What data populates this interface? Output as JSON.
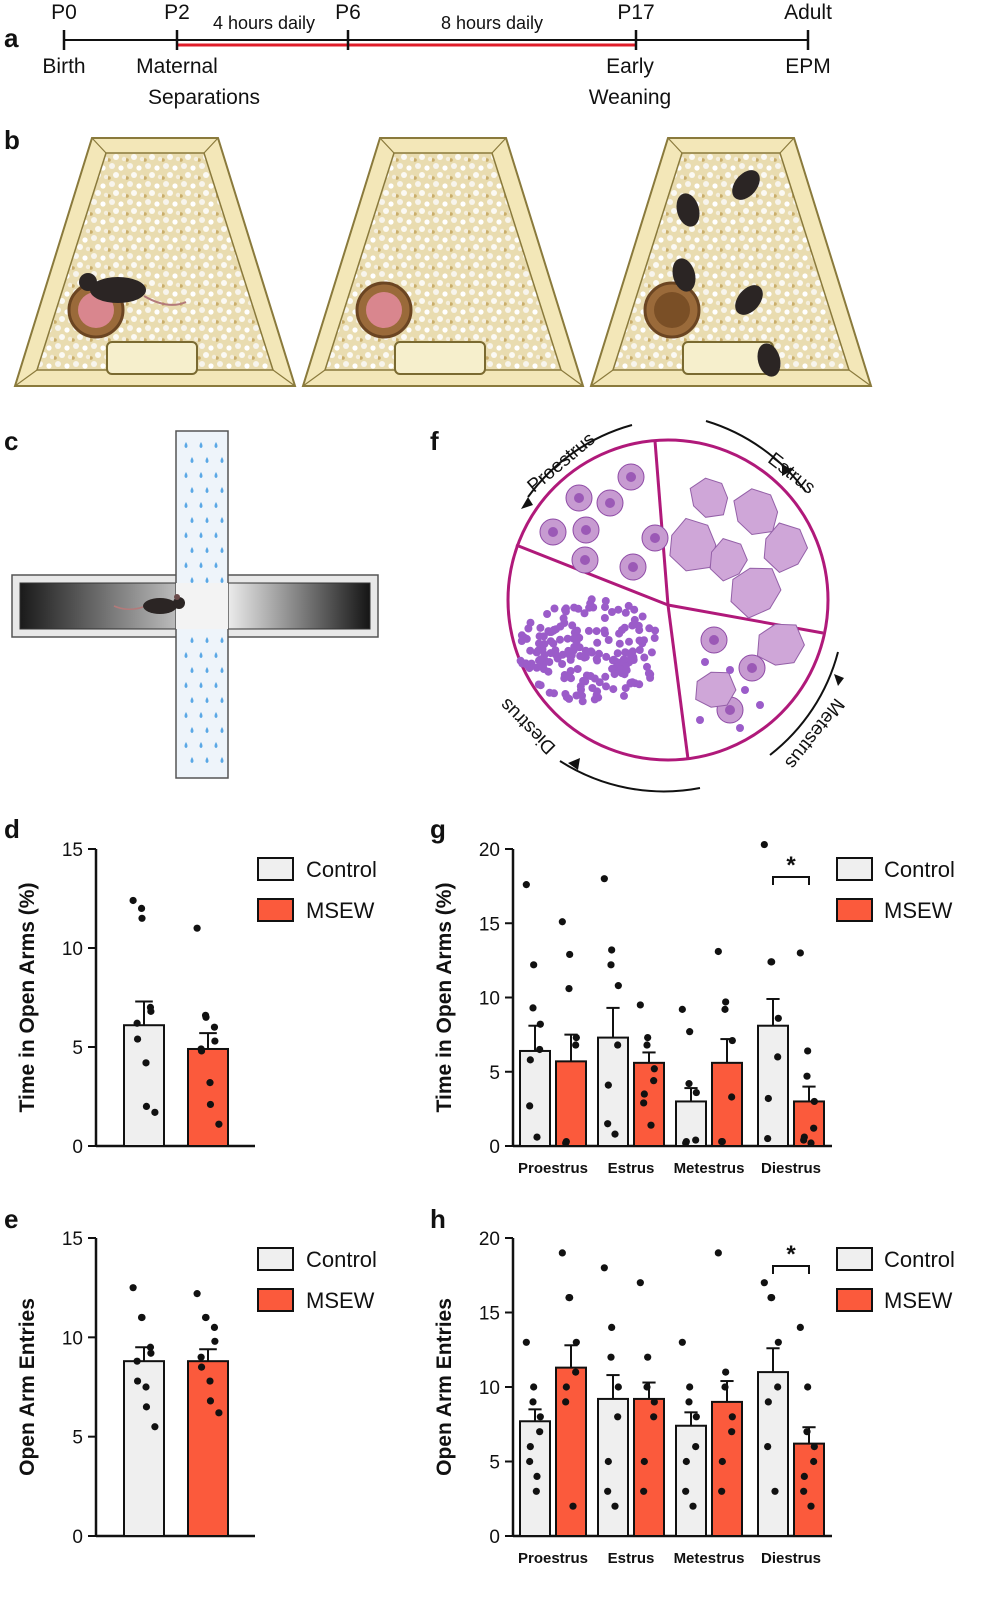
{
  "panels": {
    "a": "a",
    "b": "b",
    "c": "c",
    "d": "d",
    "e": "e",
    "f": "f",
    "g": "g",
    "h": "h"
  },
  "timeline": {
    "ticks": [
      "P0",
      "P2",
      "P6",
      "P17",
      "Adult"
    ],
    "segments": [
      "4 hours daily",
      "8 hours daily"
    ],
    "below": {
      "birth": "Birth",
      "maternal": "Maternal",
      "separations": "Separations",
      "early": "Early",
      "weaning": "Weaning",
      "epm": "EPM"
    }
  },
  "estrous": {
    "stages": [
      "Proestrus",
      "Estrus",
      "Metestrus",
      "Diestrus"
    ]
  },
  "legend": {
    "control": "Control",
    "msew": "MSEW"
  },
  "colors": {
    "control": "#efefef",
    "msew": "#fb5a3c",
    "ring": "#b0197a",
    "cell_light": "#c79bd1",
    "cell_dark": "#9b59b6"
  },
  "chart_data": [
    {
      "panel": "d",
      "type": "bar",
      "ylabel": "Time in Open Arms (%)",
      "ylim": [
        0,
        15
      ],
      "yticks": [
        0,
        5,
        10,
        15
      ],
      "categories": [
        "",
        ""
      ],
      "series": [
        {
          "name": "Control",
          "mean": [
            6.1
          ],
          "sem": [
            1.2
          ],
          "points": [
            [
              12.4,
              12.0,
              11.5,
              7.0,
              6.8,
              6.2,
              5.4,
              4.2,
              2.0,
              1.7
            ]
          ]
        },
        {
          "name": "MSEW",
          "mean": [
            4.9
          ],
          "sem": [
            0.8
          ],
          "points": [
            [
              11.0,
              6.6,
              6.5,
              6.0,
              5.3,
              4.9,
              4.8,
              3.2,
              2.1,
              1.1
            ]
          ]
        }
      ],
      "significance": []
    },
    {
      "panel": "e",
      "type": "bar",
      "ylabel": "Open Arm Entries",
      "ylim": [
        0,
        15
      ],
      "yticks": [
        0,
        5,
        10,
        15
      ],
      "categories": [
        "",
        ""
      ],
      "series": [
        {
          "name": "Control",
          "mean": [
            8.8
          ],
          "sem": [
            0.7
          ],
          "points": [
            [
              12.5,
              11.0,
              11.0,
              9.5,
              9.2,
              8.8,
              7.8,
              7.5,
              6.5,
              5.5
            ]
          ]
        },
        {
          "name": "MSEW",
          "mean": [
            8.8
          ],
          "sem": [
            0.6
          ],
          "points": [
            [
              12.2,
              11.0,
              11.0,
              10.5,
              9.8,
              9.0,
              8.5,
              7.8,
              6.8,
              6.2
            ]
          ]
        }
      ],
      "significance": []
    },
    {
      "panel": "g",
      "type": "bar",
      "ylabel": "Time in Open Arms (%)",
      "ylim": [
        0,
        20
      ],
      "yticks": [
        0,
        5,
        10,
        15,
        20
      ],
      "categories": [
        "Proestrus",
        "Estrus",
        "Metestrus",
        "Diestrus"
      ],
      "series": [
        {
          "name": "Control",
          "mean": [
            6.4,
            7.3,
            3.0,
            8.1
          ],
          "sem": [
            1.7,
            2.0,
            0.9,
            1.8
          ],
          "points": [
            [
              17.6,
              12.2,
              9.3,
              8.2,
              6.5,
              5.8,
              2.7,
              0.6
            ],
            [
              18.0,
              13.2,
              12.2,
              10.8,
              6.8,
              4.1,
              1.5,
              0.8
            ],
            [
              9.2,
              7.7,
              4.2,
              3.6,
              0.4,
              0.3,
              0.2
            ],
            [
              20.3,
              12.4,
              12.4,
              8.6,
              6.0,
              3.2,
              0.5
            ]
          ]
        },
        {
          "name": "MSEW",
          "mean": [
            5.7,
            5.6,
            5.6,
            3.0
          ],
          "sem": [
            1.8,
            0.7,
            1.6,
            1.0
          ],
          "points": [
            [
              15.1,
              12.9,
              10.6,
              7.3,
              6.8,
              0.3,
              0.2
            ],
            [
              9.5,
              7.3,
              6.8,
              5.2,
              4.4,
              3.5,
              2.9,
              1.4
            ],
            [
              13.1,
              9.7,
              9.2,
              7.1,
              3.3,
              0.3,
              0.3
            ],
            [
              13.0,
              6.4,
              4.7,
              3.0,
              1.2,
              0.6,
              0.4,
              0.2
            ]
          ]
        }
      ],
      "significance": [
        {
          "group": "Diestrus",
          "label": "*"
        }
      ]
    },
    {
      "panel": "h",
      "type": "bar",
      "ylabel": "Open Arm Entries",
      "ylim": [
        0,
        20
      ],
      "yticks": [
        0,
        5,
        10,
        15,
        20
      ],
      "categories": [
        "Proestrus",
        "Estrus",
        "Metestrus",
        "Diestrus"
      ],
      "series": [
        {
          "name": "Control",
          "mean": [
            7.7,
            9.2,
            7.4,
            11.0
          ],
          "sem": [
            0.8,
            1.6,
            0.9,
            1.6
          ],
          "points": [
            [
              13.0,
              10.0,
              9.0,
              8.0,
              7.0,
              6.0,
              5.0,
              4.0,
              3.0
            ],
            [
              18.0,
              14.0,
              12.0,
              10.0,
              8.0,
              5.0,
              3.0,
              2.0
            ],
            [
              13.0,
              10.0,
              9.0,
              8.0,
              6.0,
              5.0,
              3.0,
              2.0
            ],
            [
              17.0,
              16.0,
              16.0,
              13.0,
              10.0,
              9.0,
              6.0,
              3.0
            ]
          ]
        },
        {
          "name": "MSEW",
          "mean": [
            11.3,
            9.2,
            9.0,
            6.2
          ],
          "sem": [
            1.5,
            1.1,
            1.4,
            1.1
          ],
          "points": [
            [
              19.0,
              16.0,
              16.0,
              13.0,
              11.0,
              10.0,
              9.0,
              2.0
            ],
            [
              17.0,
              12.0,
              10.0,
              9.0,
              8.0,
              5.0,
              3.0
            ],
            [
              19.0,
              11.0,
              10.0,
              8.0,
              7.0,
              5.0,
              3.0
            ],
            [
              14.0,
              10.0,
              7.0,
              6.0,
              5.0,
              4.0,
              3.0,
              2.0
            ]
          ]
        }
      ],
      "significance": [
        {
          "group": "Diestrus",
          "label": "*"
        }
      ]
    }
  ]
}
